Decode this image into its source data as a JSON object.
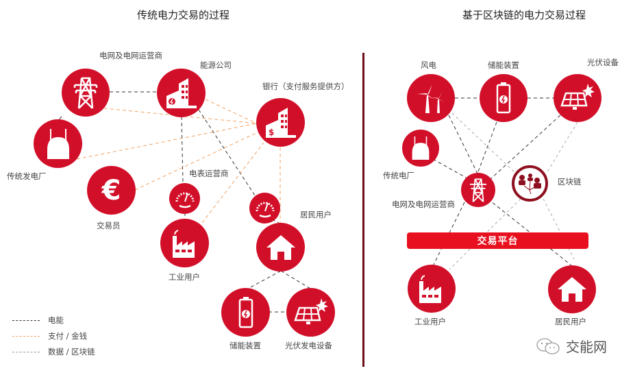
{
  "colors": {
    "node_red": "#d20f29",
    "platform_red": "#e8101e",
    "divider": "#6d1019",
    "energy_line": "#333333",
    "payment_line": "#f0a060",
    "data_line": "#999999"
  },
  "left": {
    "title": "传统电力交易的过程",
    "nodes": {
      "grid": {
        "label": "电网及电网运营商",
        "icon": "transmission-tower-icon"
      },
      "energy_company": {
        "label": "能源公司",
        "icon": "power-company-building-icon"
      },
      "bank": {
        "label": "银行（支付服务提供方）",
        "icon": "bank-building-dollar-icon"
      },
      "power_plant": {
        "label": "传统发电厂",
        "icon": "power-plant-icon"
      },
      "trader": {
        "label": "交易员",
        "icon": "euro-icon"
      },
      "meter_operator": {
        "label": "电表运营商",
        "icon": "gauge-meter-icon"
      },
      "meter_residential": {
        "label": "",
        "icon": "gauge-meter-icon"
      },
      "industrial": {
        "label": "工业用户",
        "icon": "factory-icon"
      },
      "residential": {
        "label": "居民用户",
        "icon": "house-icon"
      },
      "storage": {
        "label": "储能装置",
        "icon": "battery-icon"
      },
      "solar": {
        "label": "光伏发电设备",
        "icon": "solar-panel-icon"
      }
    },
    "legend": [
      {
        "label": "电能",
        "line": "energy"
      },
      {
        "label": "支付 / 金钱",
        "line": "payment"
      },
      {
        "label": "数据 / 区块链",
        "line": "data"
      }
    ]
  },
  "right": {
    "title": "基于区块链的电力交易过程",
    "nodes": {
      "wind": {
        "label": "风电",
        "icon": "wind-turbine-icon"
      },
      "storage": {
        "label": "储能装置",
        "icon": "battery-icon"
      },
      "solar": {
        "label": "光伏设备",
        "icon": "solar-panel-icon"
      },
      "power_plant": {
        "label": "传统电厂",
        "icon": "power-plant-icon"
      },
      "grid": {
        "label": "电网及电网运营商",
        "icon": "transmission-tower-icon"
      },
      "blockchain": {
        "label": "区块链",
        "icon": "network-users-icon"
      },
      "industrial": {
        "label": "工业用户",
        "icon": "factory-icon"
      },
      "residential": {
        "label": "居民用户",
        "icon": "house-icon"
      }
    },
    "platform": {
      "label": "交易平台"
    }
  },
  "watermark": {
    "label": "交能网",
    "icon": "wechat-icon"
  }
}
